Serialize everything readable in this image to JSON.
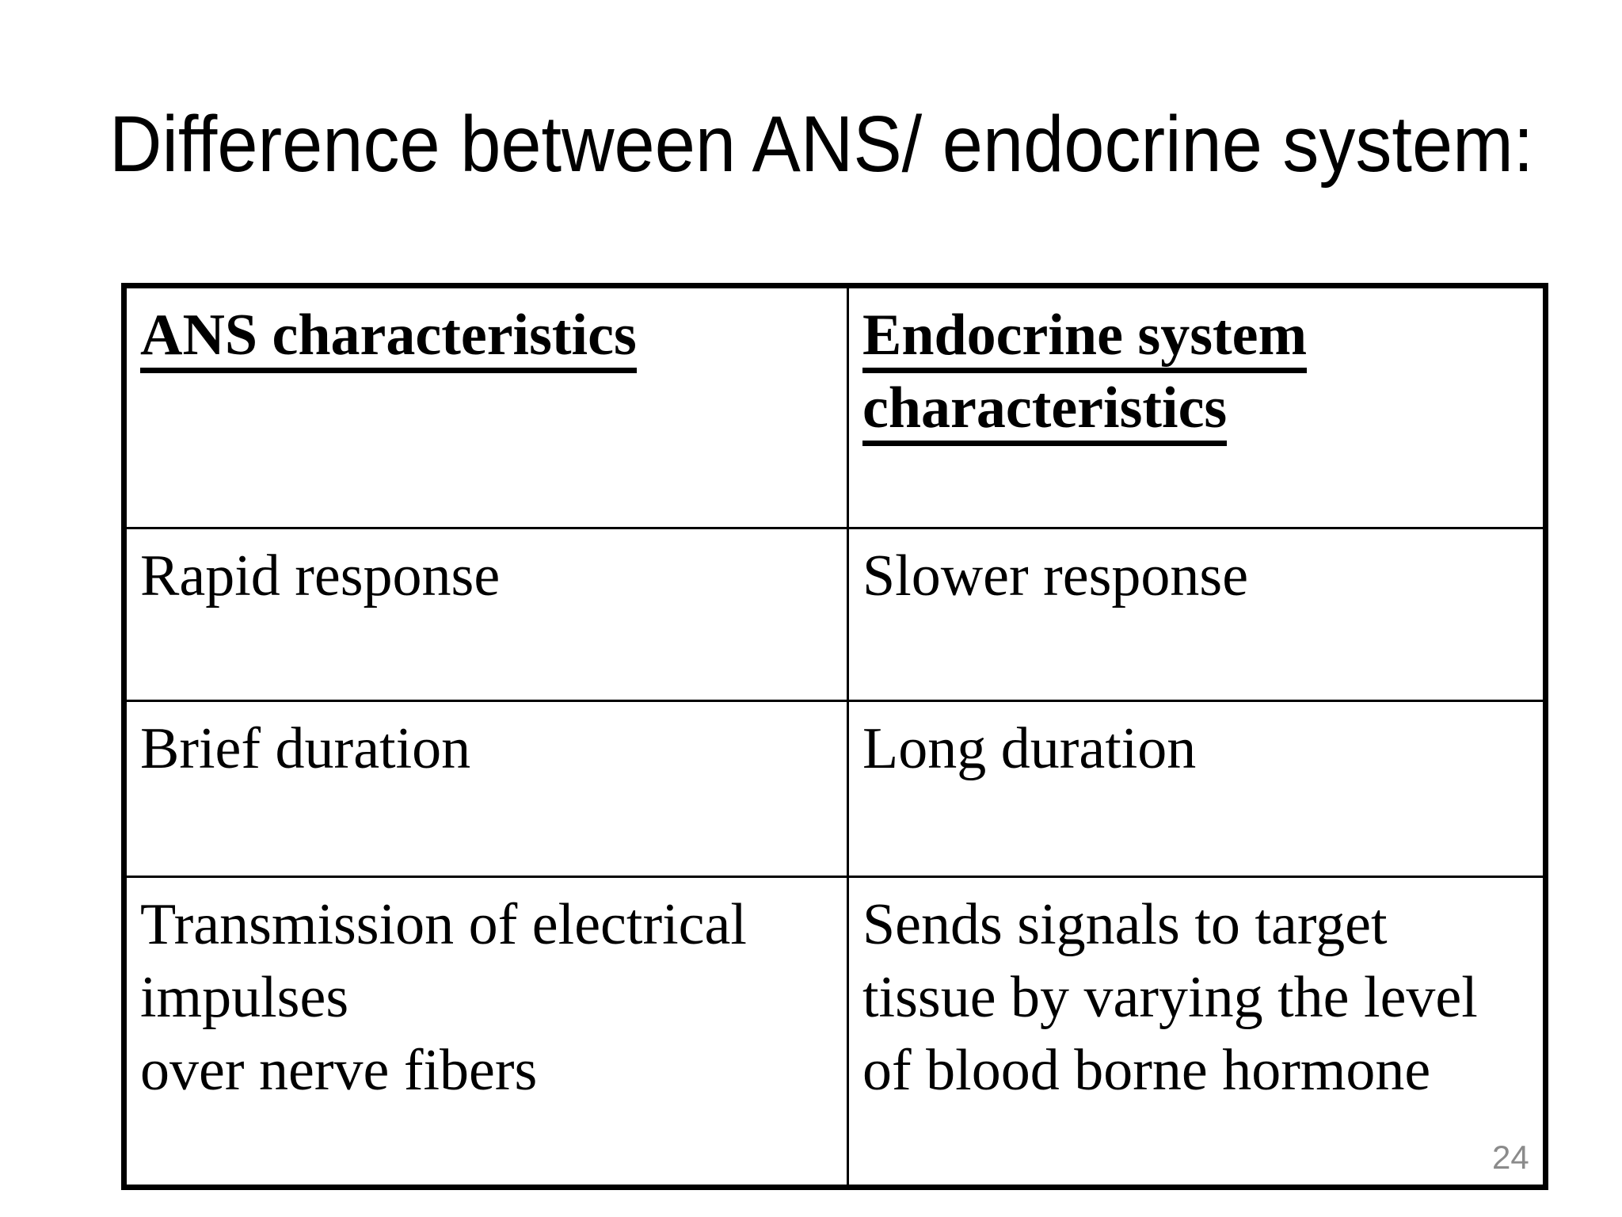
{
  "slide": {
    "title": "Difference between ANS/ endocrine system:",
    "page_number": "24",
    "background_color": "#ffffff",
    "text_color": "#000000",
    "table_border_color": "#000000",
    "page_number_color": "#8b8b8b"
  },
  "table": {
    "headers": {
      "ans": "ANS characteristics",
      "endocrine": "Endocrine system characteristics"
    },
    "rows": [
      {
        "ans": "Rapid response",
        "endocrine": "Slower response"
      },
      {
        "ans": "Brief duration",
        "endocrine": "Long duration"
      },
      {
        "ans": "Transmission of electrical\nimpulses\nover nerve fibers",
        "endocrine": "Sends signals to target\ntissue by varying the level\nof blood borne hormone"
      }
    ]
  }
}
